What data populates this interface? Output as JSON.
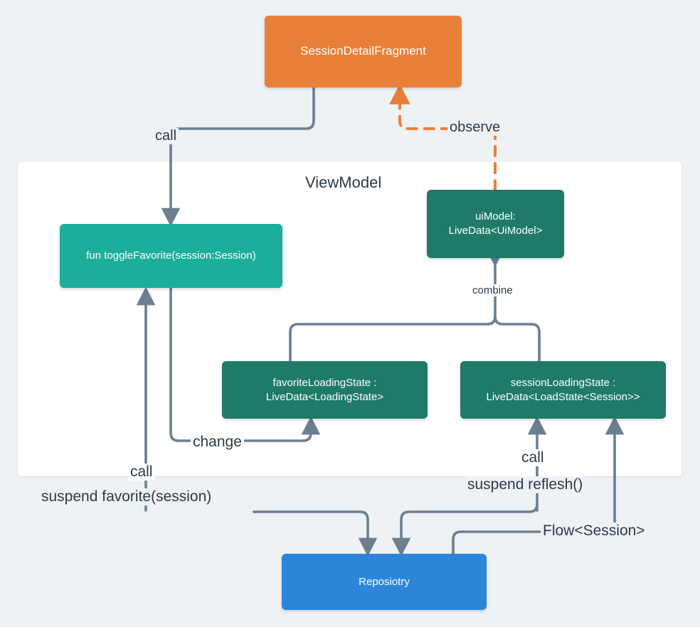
{
  "diagram": {
    "title_layer": "ViewModel",
    "background_color": "#eff2f5",
    "panel_color": "#ffffff",
    "nodes": [
      {
        "id": "fragment",
        "label": "SessionDetailFragment",
        "color": "#e8803a"
      },
      {
        "id": "uimodel_l1",
        "label": "uiModel:",
        "label2": "LiveData<UiModel>",
        "color": "#1f7a68"
      },
      {
        "id": "togglefav",
        "label": "fun toggleFavorite(session:Session)",
        "color": "#1cae9b"
      },
      {
        "id": "favstate",
        "label": "favoriteLoadingState :",
        "label2": "LiveData<LoadingState>",
        "color": "#1f7a68"
      },
      {
        "id": "sessstate",
        "label": "sessionLoadingState :",
        "label2": "LiveData<LoadState<Session>>",
        "color": "#1f7a68"
      },
      {
        "id": "repo",
        "label": "Reposiotry",
        "color": "#2b86d9"
      }
    ],
    "edges": [
      {
        "id": "call-top",
        "label": "call",
        "color": "#6b7f91",
        "style": "solid"
      },
      {
        "id": "observe",
        "label": "observe",
        "color": "#e8803a",
        "style": "dashed"
      },
      {
        "id": "combine",
        "label": "combine",
        "color": "#6b7f91",
        "style": "solid"
      },
      {
        "id": "change",
        "label": "change",
        "color": "#6b7f91",
        "style": "solid"
      },
      {
        "id": "call-left",
        "label": "call",
        "color": "#6b7f91",
        "style": "solid"
      },
      {
        "id": "suspend-fav",
        "label": "suspend favorite(session)",
        "color": "#6b7f91",
        "style": "solid"
      },
      {
        "id": "call-right",
        "label": "call",
        "color": "#6b7f91",
        "style": "solid"
      },
      {
        "id": "suspend-reflesh",
        "label": "suspend reflesh()",
        "color": "#6b7f91",
        "style": "solid"
      },
      {
        "id": "flow",
        "label": "Flow<Session>",
        "color": "#6b7f91",
        "style": "solid"
      }
    ]
  }
}
